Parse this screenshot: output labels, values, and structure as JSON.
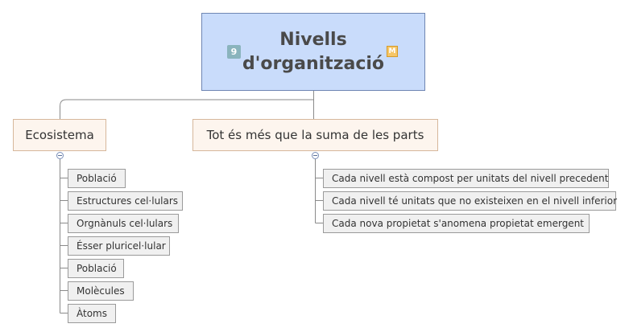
{
  "root": {
    "title": "Nivells d'organització",
    "count_badge": "9",
    "marker_badge": "M"
  },
  "branches": [
    {
      "label": "Ecosistema",
      "children": [
        "Població",
        "Estructures cel·lulars",
        "Orgnànuls cel·lulars",
        "Ésser pluricel·lular",
        "Població",
        "Molècules",
        "Àtoms"
      ]
    },
    {
      "label": "Tot és més que la suma de les parts",
      "children": [
        "Cada nivell està compost per unitats del nivell precedent",
        "Cada nivell té unitats que no existeixen en el nivell inferior",
        "Cada nova propietat s'anomena propietat emergent"
      ]
    }
  ]
}
